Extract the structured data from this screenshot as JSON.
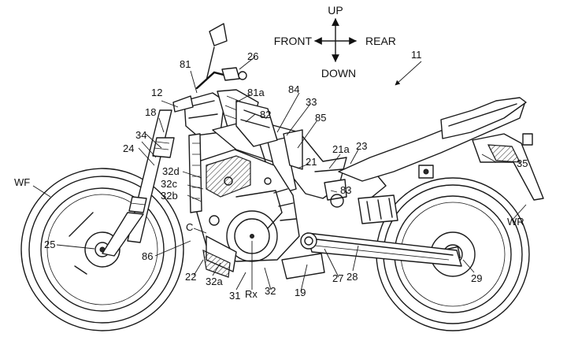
{
  "directions": {
    "up": "UP",
    "down": "DOWN",
    "front": "FRONT",
    "rear": "REAR"
  },
  "labels": {
    "l11": "11",
    "l12": "12",
    "l18": "18",
    "l19": "19",
    "l21": "21",
    "l21a": "21a",
    "l22": "22",
    "l23": "23",
    "l24": "24",
    "l25": "25",
    "l26": "26",
    "l27": "27",
    "l28": "28",
    "l29": "29",
    "l31": "31",
    "l32": "32",
    "l32a": "32a",
    "l32b": "32b",
    "l32c": "32c",
    "l32d": "32d",
    "l33": "33",
    "l34": "34",
    "l35": "35",
    "l81": "81",
    "l81a": "81a",
    "l82": "82",
    "l83": "83",
    "l84": "84",
    "l85": "85",
    "l86": "86",
    "lC": "C",
    "lRx": "Rx",
    "lWF": "WF",
    "lWR": "WR"
  }
}
